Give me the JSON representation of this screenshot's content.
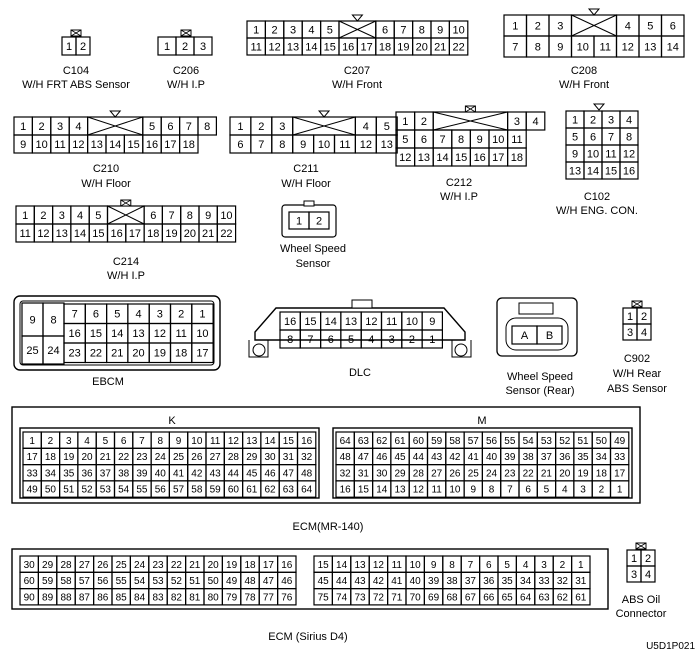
{
  "diagram_code": "U5D1P021",
  "connectors": {
    "c104": {
      "code": "C104",
      "name": "W/H FRT ABS Sensor",
      "pins": [
        [
          "1",
          "2"
        ]
      ]
    },
    "c206": {
      "code": "C206",
      "name": "W/H I.P",
      "pins": [
        [
          "1",
          "2",
          "3"
        ]
      ]
    },
    "c207": {
      "code": "C207",
      "name": "W/H Front",
      "pins": [
        [
          "1",
          "2",
          "3",
          "4",
          "5",
          "",
          "",
          "6",
          "7",
          "8",
          "9",
          "10"
        ],
        [
          "11",
          "12",
          "13",
          "14",
          "15",
          "16",
          "17",
          "18",
          "19",
          "20",
          "21",
          "22"
        ]
      ]
    },
    "c208": {
      "code": "C208",
      "name": "W/H Front",
      "pins": [
        [
          "1",
          "2",
          "3",
          "",
          "",
          "4",
          "5",
          "6"
        ],
        [
          "7",
          "8",
          "9",
          "10",
          "11",
          "12",
          "13",
          "14"
        ]
      ]
    },
    "c210": {
      "code": "C210",
      "name": "W/H Floor",
      "pins": [
        [
          "1",
          "2",
          "3",
          "4",
          "",
          "",
          "",
          "5",
          "6",
          "7",
          "8"
        ],
        [
          "9",
          "10",
          "11",
          "12",
          "13",
          "14",
          "15",
          "16",
          "17",
          "18"
        ]
      ]
    },
    "c211": {
      "code": "C211",
      "name": "W/H Floor",
      "pins": [
        [
          "1",
          "2",
          "3",
          "",
          "",
          "",
          "4",
          "5"
        ],
        [
          "6",
          "7",
          "8",
          "9",
          "10",
          "11",
          "12",
          "13"
        ]
      ]
    },
    "c212": {
      "code": "C212",
      "name": "W/H I.P",
      "pins": [
        [
          "1",
          "2",
          "",
          "",
          "",
          "",
          "3",
          "4"
        ],
        [
          "5",
          "6",
          "7",
          "8",
          "9",
          "10",
          "11"
        ],
        [
          "12",
          "13",
          "14",
          "15",
          "16",
          "17",
          "18"
        ]
      ]
    },
    "c102": {
      "code": "C102",
      "name": "W/H ENG. CON.",
      "pins": [
        [
          "1",
          "2",
          "3",
          "4"
        ],
        [
          "5",
          "6",
          "7",
          "8"
        ],
        [
          "9",
          "10",
          "11",
          "12"
        ],
        [
          "13",
          "14",
          "15",
          "16"
        ]
      ]
    },
    "c214": {
      "code": "C214",
      "name": "W/H I.P",
      "pins": [
        [
          "1",
          "2",
          "3",
          "4",
          "5",
          "",
          "",
          "6",
          "7",
          "8",
          "9",
          "10"
        ],
        [
          "11",
          "12",
          "13",
          "14",
          "15",
          "16",
          "17",
          "18",
          "19",
          "20",
          "21",
          "22"
        ]
      ]
    },
    "wheel_speed_sensor": {
      "name": "Wheel Speed Sensor",
      "pins": [
        [
          "1",
          "2"
        ]
      ]
    },
    "ebcm": {
      "name": "EBCM",
      "big_top": [
        "9",
        "8"
      ],
      "big_bottom": [
        "25",
        "24"
      ],
      "row1": [
        "7",
        "6",
        "5",
        "4",
        "3",
        "2",
        "1"
      ],
      "row2": [
        "16",
        "15",
        "14",
        "13",
        "12",
        "11",
        "10"
      ],
      "row3": [
        "23",
        "22",
        "21",
        "20",
        "19",
        "18",
        "17"
      ]
    },
    "dlc": {
      "name": "DLC",
      "row1": [
        "16",
        "15",
        "14",
        "13",
        "12",
        "11",
        "10",
        "9"
      ],
      "row2": [
        "8",
        "7",
        "6",
        "5",
        "4",
        "3",
        "2",
        "1"
      ]
    },
    "wheel_speed_sensor_rear": {
      "name": "Wheel Speed Sensor (Rear)",
      "pins": [
        "A",
        "B"
      ]
    },
    "c902": {
      "code": "C902",
      "name": "W/H Rear ABS Sensor",
      "pins": [
        [
          "1",
          "2"
        ],
        [
          "3",
          "4"
        ]
      ]
    },
    "abs_oil_connector": {
      "name": "ABS Oil Connector",
      "pins": [
        [
          "1",
          "2"
        ],
        [
          "3",
          "4"
        ]
      ]
    }
  },
  "ecm_mr140": {
    "title": "ECM(MR-140)",
    "k_label": "K",
    "m_label": "M",
    "k_rows": [
      [
        "1",
        "2",
        "3",
        "4",
        "5",
        "6",
        "7",
        "8",
        "9",
        "10",
        "11",
        "12",
        "13",
        "14",
        "15",
        "16"
      ],
      [
        "17",
        "18",
        "19",
        "20",
        "21",
        "22",
        "23",
        "24",
        "25",
        "26",
        "27",
        "28",
        "29",
        "30",
        "31",
        "32"
      ],
      [
        "33",
        "34",
        "35",
        "36",
        "37",
        "38",
        "39",
        "40",
        "41",
        "42",
        "43",
        "44",
        "45",
        "46",
        "47",
        "48"
      ],
      [
        "49",
        "50",
        "51",
        "52",
        "53",
        "54",
        "55",
        "56",
        "57",
        "58",
        "59",
        "60",
        "61",
        "62",
        "63",
        "64"
      ]
    ],
    "m_rows": [
      [
        "64",
        "63",
        "62",
        "61",
        "60",
        "59",
        "58",
        "57",
        "56",
        "55",
        "54",
        "53",
        "52",
        "51",
        "50",
        "49"
      ],
      [
        "48",
        "47",
        "46",
        "45",
        "44",
        "43",
        "42",
        "41",
        "40",
        "39",
        "38",
        "37",
        "36",
        "35",
        "34",
        "33"
      ],
      [
        "32",
        "31",
        "30",
        "29",
        "28",
        "27",
        "26",
        "25",
        "24",
        "23",
        "22",
        "21",
        "20",
        "19",
        "18",
        "17"
      ],
      [
        "16",
        "15",
        "14",
        "13",
        "12",
        "11",
        "10",
        "9",
        "8",
        "7",
        "6",
        "5",
        "4",
        "3",
        "2",
        "1"
      ]
    ]
  },
  "ecm_sirius": {
    "title": "ECM (Sirius D4)",
    "left_rows": [
      [
        "30",
        "29",
        "28",
        "27",
        "26",
        "25",
        "24",
        "23",
        "22",
        "21",
        "20",
        "19",
        "18",
        "17",
        "16"
      ],
      [
        "60",
        "59",
        "58",
        "57",
        "56",
        "55",
        "54",
        "53",
        "52",
        "51",
        "50",
        "49",
        "48",
        "47",
        "46"
      ],
      [
        "90",
        "89",
        "88",
        "87",
        "86",
        "85",
        "84",
        "83",
        "82",
        "81",
        "80",
        "79",
        "78",
        "77",
        "76"
      ]
    ],
    "right_rows": [
      [
        "15",
        "14",
        "13",
        "12",
        "11",
        "10",
        "9",
        "8",
        "7",
        "6",
        "5",
        "4",
        "3",
        "2",
        "1"
      ],
      [
        "45",
        "44",
        "43",
        "42",
        "41",
        "40",
        "39",
        "38",
        "37",
        "36",
        "35",
        "34",
        "33",
        "32",
        "31"
      ],
      [
        "75",
        "74",
        "73",
        "72",
        "71",
        "70",
        "69",
        "68",
        "67",
        "66",
        "65",
        "64",
        "63",
        "62",
        "61"
      ]
    ]
  }
}
